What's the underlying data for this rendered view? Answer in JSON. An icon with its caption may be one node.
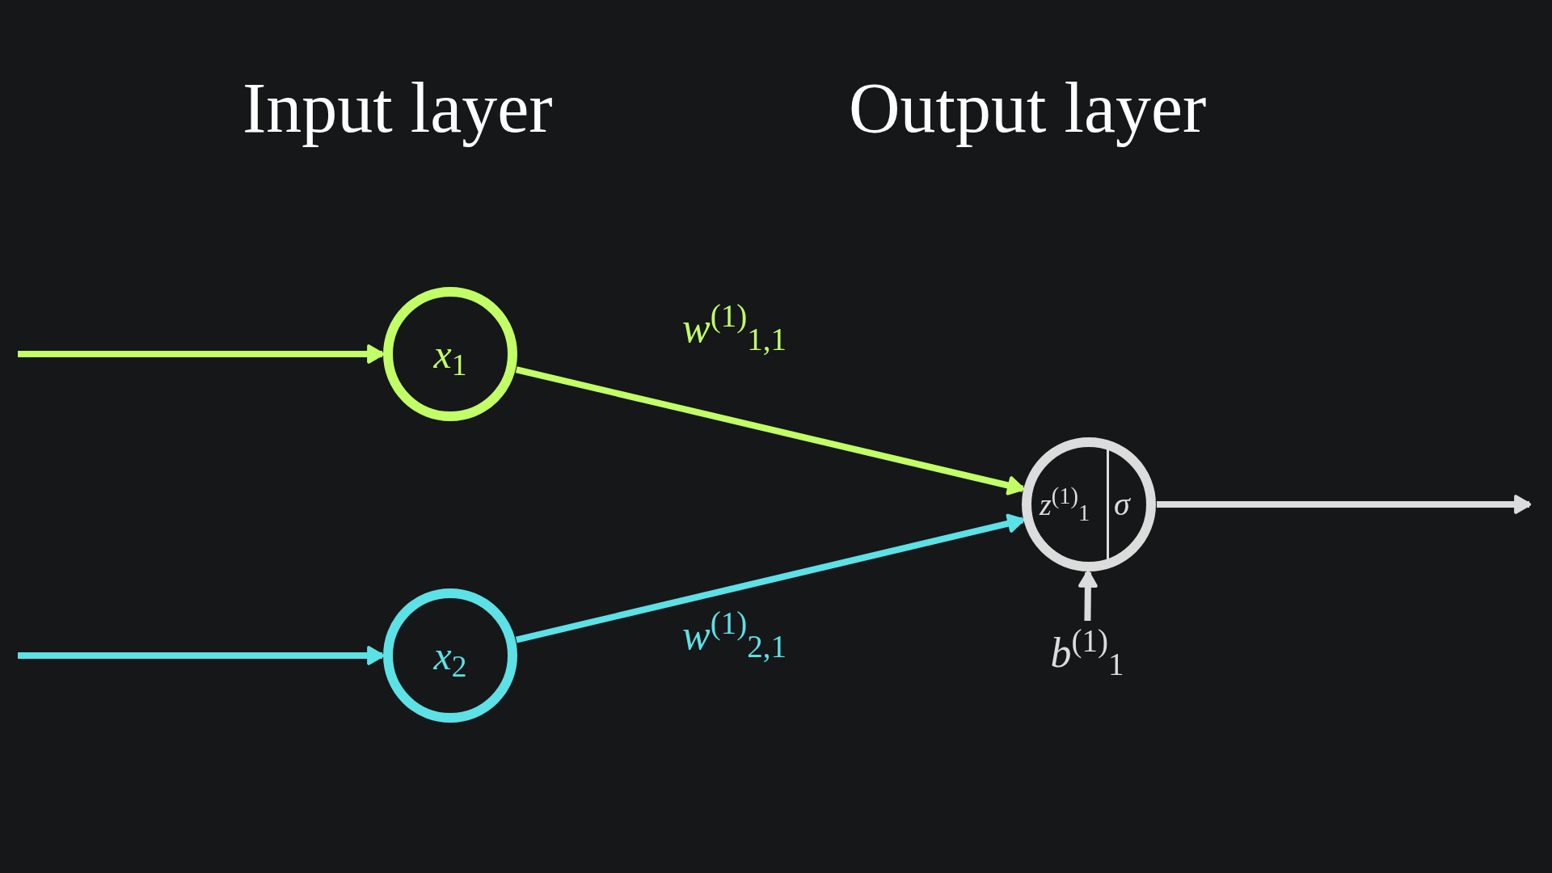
{
  "diagram": {
    "nodes": [
      {
        "text": [
          "*x*$_{1}$"
        ]
      },
      {
        "text": [
          "*x*$_{2}$"
        ]
      },
      {
        "text": [
          "*z*$^{(1)}$$_{1}$",
          "*σ*"
        ]
      },
      {
        "text": [
          "*b*$^{(1)}$$_{1}$"
        ]
      }
    ],
    "edges": [
      {
        "from": null,
        "to": 0,
        "arrow": "to",
        "color": "#c2ff66"
      },
      {
        "from": null,
        "to": 1,
        "arrow": "to",
        "color": "#5ce1e6"
      },
      {
        "from": 0,
        "to": 2,
        "arrow": "to",
        "label": "*w*$^{(1)}$$_{1,1}$",
        "color": "#c2ff66"
      },
      {
        "from": 1,
        "to": 2,
        "arrow": "to",
        "label": "*w*$^{(1)}$$_{2,1}$",
        "color": "#5ce1e6"
      },
      {
        "from": 3,
        "to": 2,
        "arrow": "to",
        "color": "#dcdcdc"
      },
      {
        "from": 2,
        "to": null,
        "arrow": "to",
        "color": "#dcdcdc"
      }
    ],
    "labels": [
      "Input layer",
      "Output layer"
    ]
  }
}
